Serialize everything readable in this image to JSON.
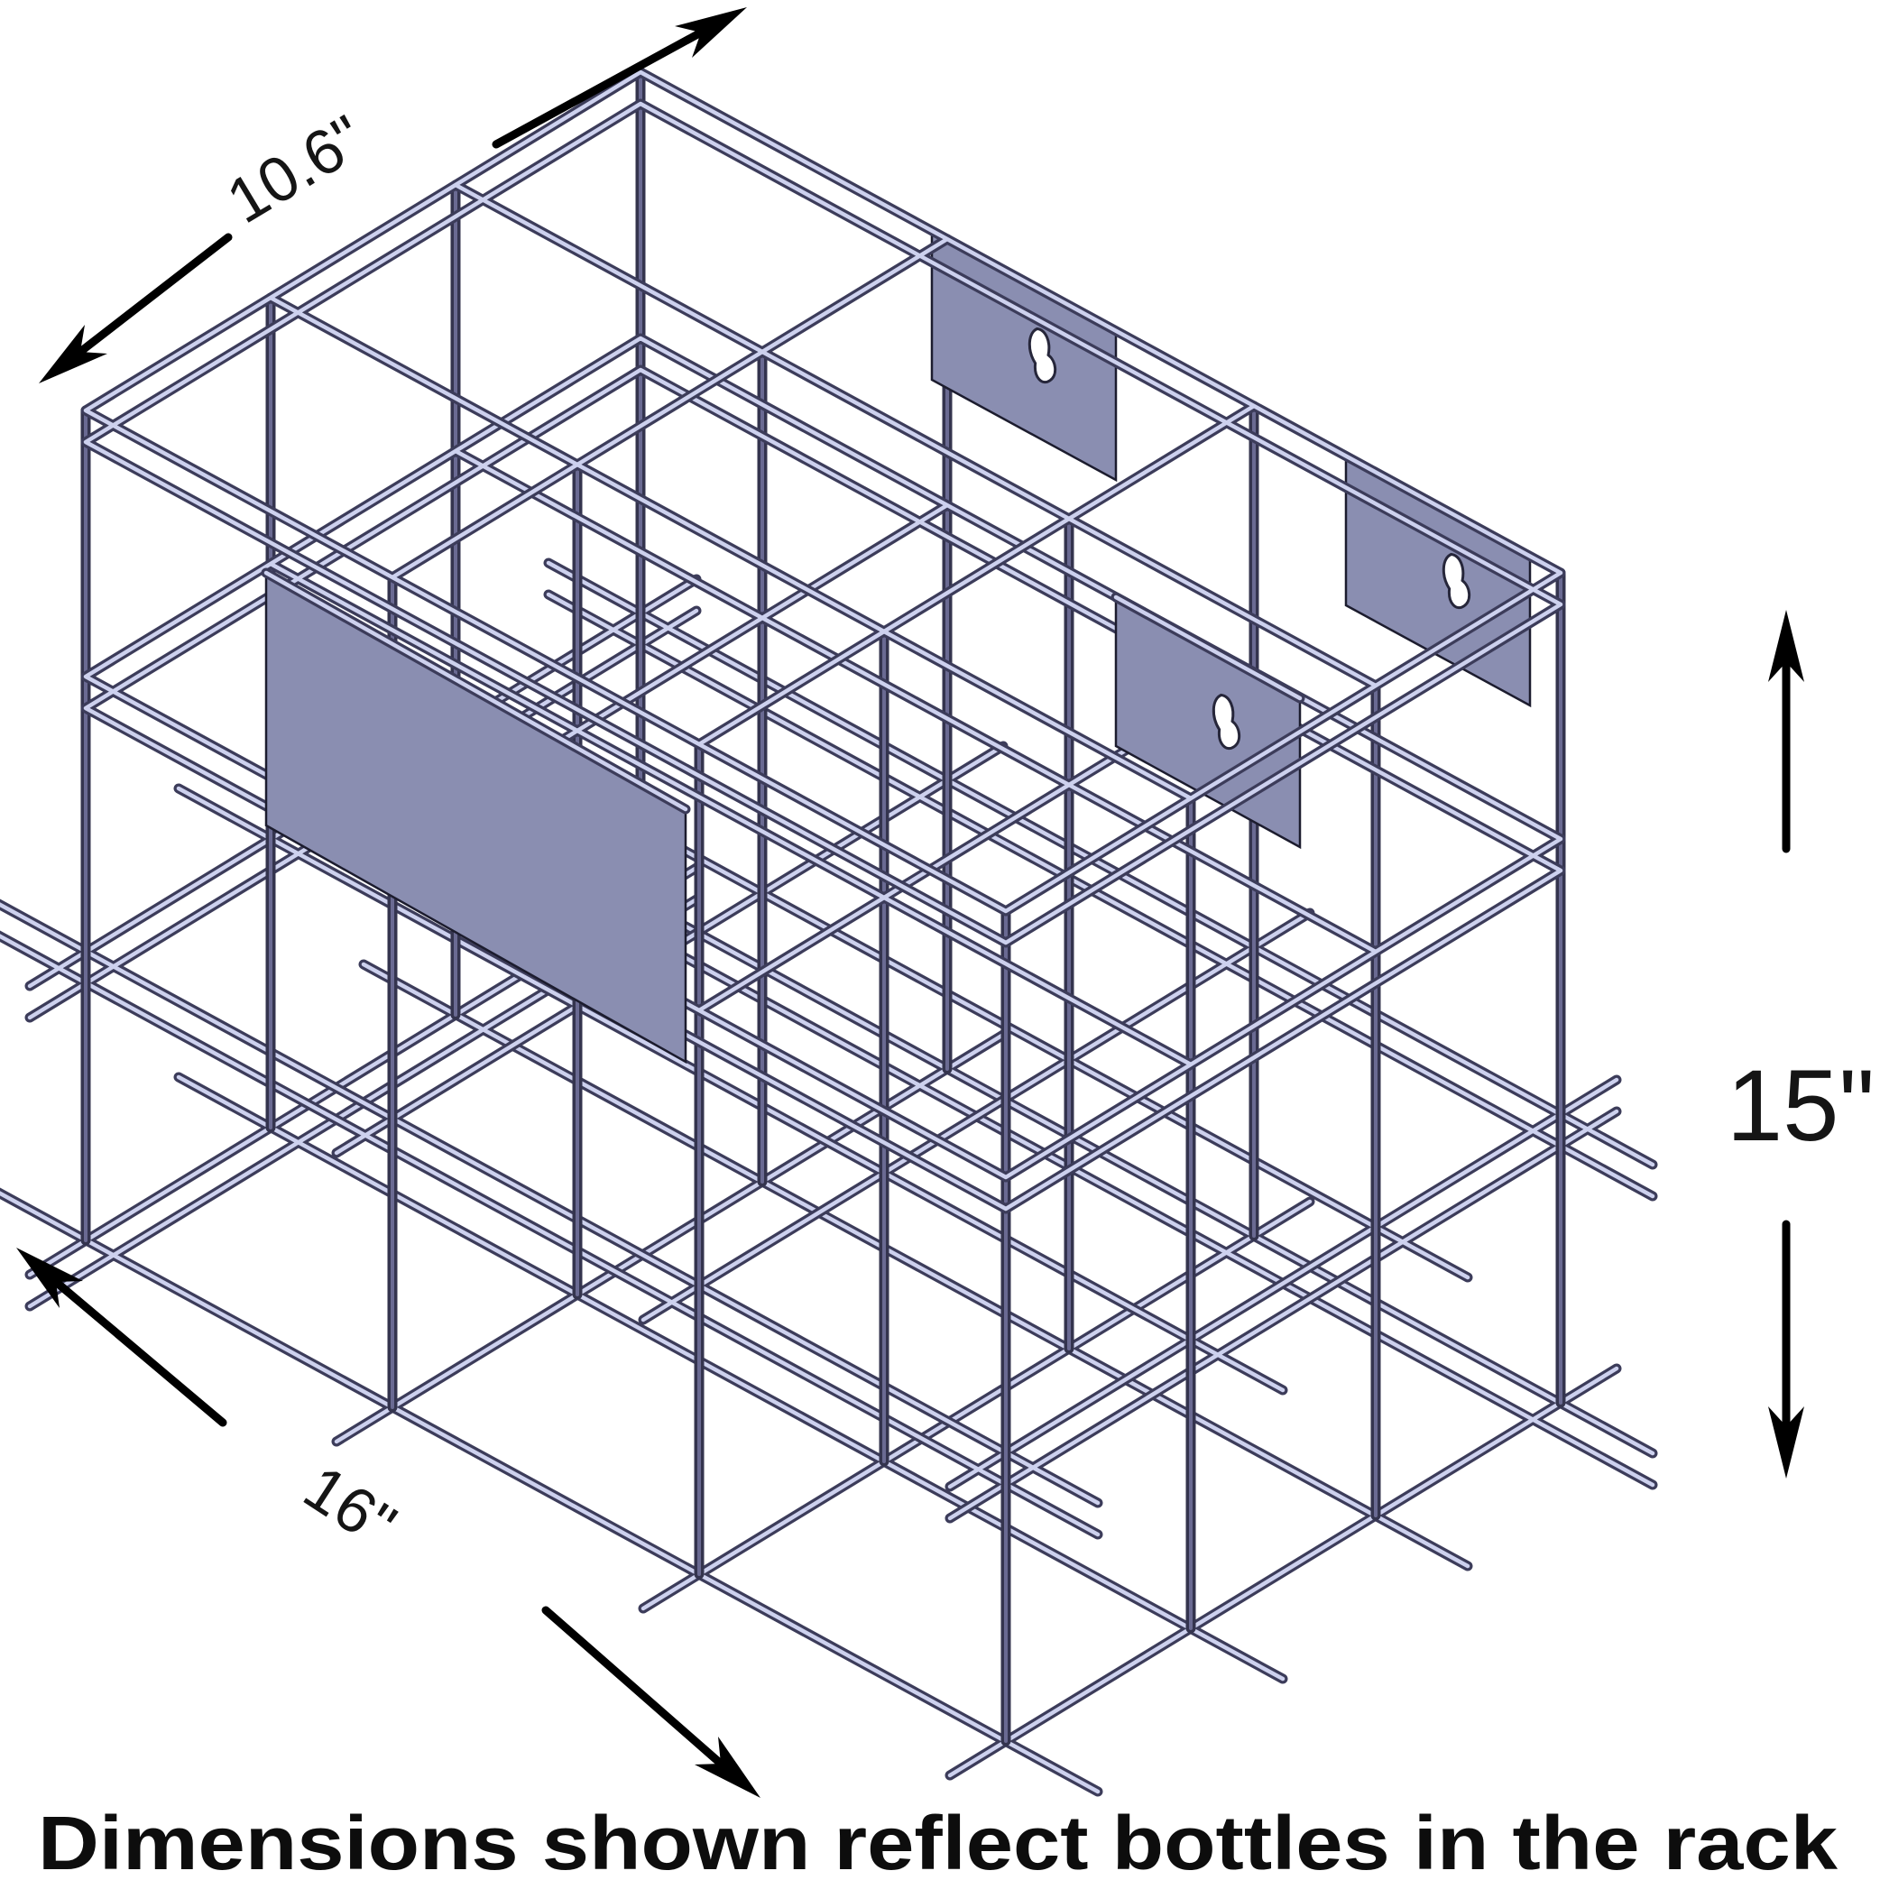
{
  "diagram": {
    "caption": "Dimensions shown reflect bottles in the rack",
    "dimension_labels": {
      "depth": "10.6\"",
      "height": "15\"",
      "width": "16\""
    },
    "structure": {
      "grid_cells": "3x3",
      "mount_brackets_with_keyholes": 3,
      "divider_panels": 1
    },
    "colors": {
      "background": "#ffffff",
      "wire_outline": "#3c3c5a",
      "wire_highlight": "#cdd1ee",
      "post": "#34344e",
      "panel_fill": "#8a8eb1",
      "keyhole_fill": "#ffffff",
      "annotation": "#000000"
    }
  }
}
